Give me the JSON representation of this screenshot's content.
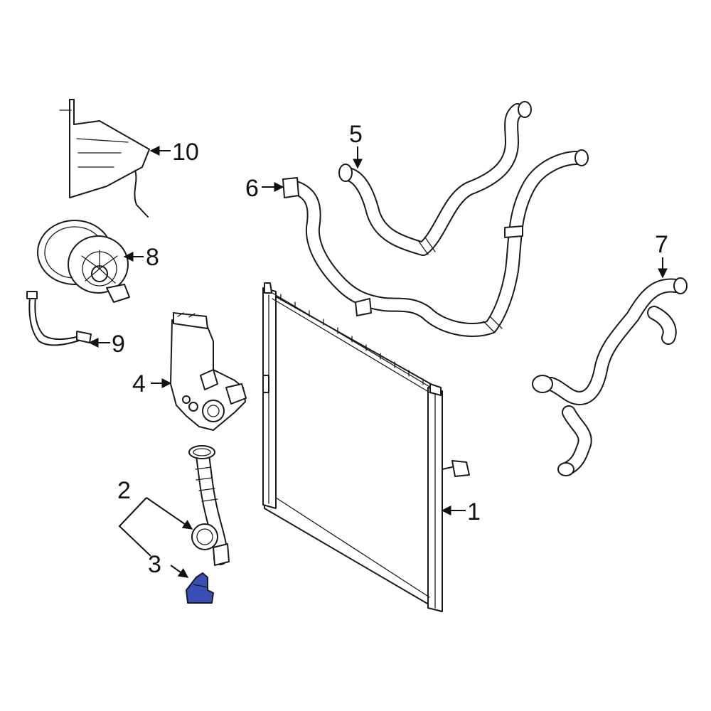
{
  "callouts": [
    {
      "id": "1",
      "label": "1"
    },
    {
      "id": "2",
      "label": "2"
    },
    {
      "id": "3",
      "label": "3"
    },
    {
      "id": "4",
      "label": "4"
    },
    {
      "id": "5",
      "label": "5"
    },
    {
      "id": "6",
      "label": "6"
    },
    {
      "id": "7",
      "label": "7"
    },
    {
      "id": "8",
      "label": "8"
    },
    {
      "id": "9",
      "label": "9"
    },
    {
      "id": "10",
      "label": "10"
    }
  ],
  "colors": {
    "highlight": "#3a4fb5",
    "line": "#1a1a1a",
    "background": "#ffffff"
  },
  "highlighted_part": "3"
}
